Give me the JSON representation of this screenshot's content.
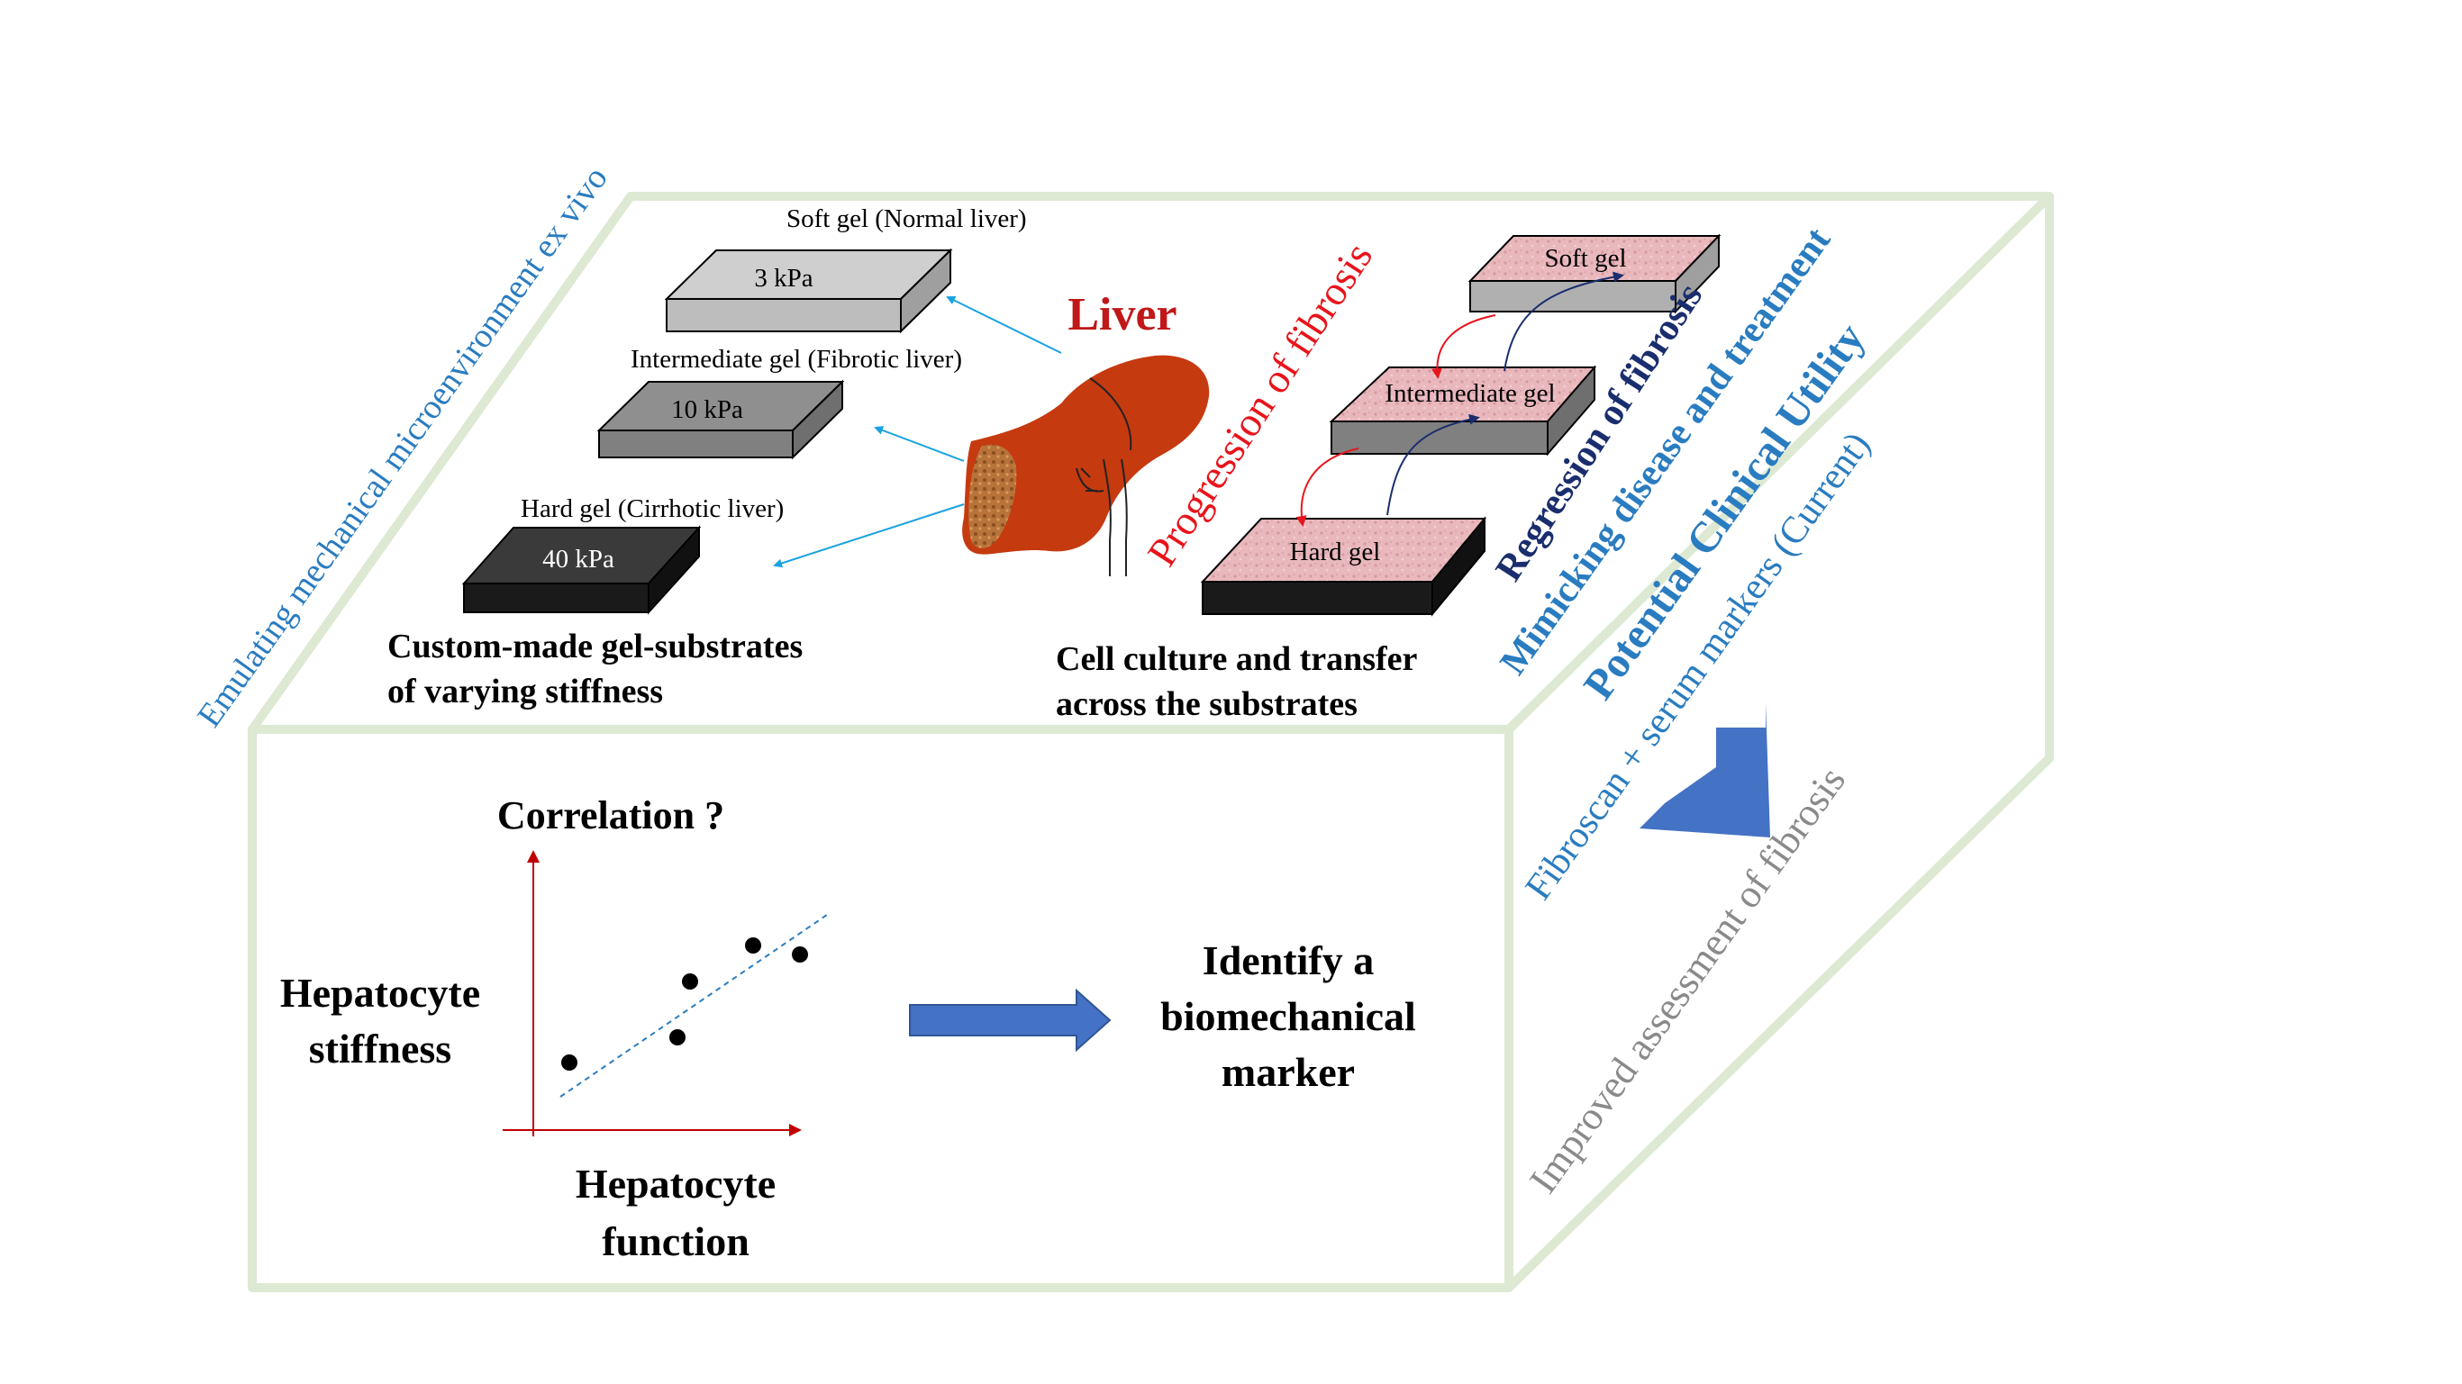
{
  "top_left": {
    "side_label": "Emulating mechanical microenvironment ex vivo",
    "soft_gel_label": "Soft gel  (Normal liver)",
    "soft_gel_value": "3 kPa",
    "intermediate_gel_label": "Intermediate gel (Fibrotic liver)",
    "intermediate_gel_value": "10 kPa",
    "hard_gel_label": "Hard gel (Cirrhotic liver)",
    "hard_gel_value": "40 kPa",
    "caption_line1": "Custom-made gel-substrates",
    "caption_line2": "of varying stiffness",
    "liver_label": "Liver"
  },
  "top_right": {
    "soft_gel": "Soft gel",
    "intermediate_gel": "Intermediate gel",
    "hard_gel": "Hard gel",
    "progression": "Progression of fibrosis",
    "regression": "Regression of fibrosis",
    "caption_line1": "Cell culture and transfer",
    "caption_line2": "across the substrates"
  },
  "right_side": {
    "mimicking": "Mimicking disease and treatment",
    "potential": "Potential Clinical Utility",
    "fibroscan": "Fibroscan + serum markers (Current)",
    "improved": "Improved assessment of fibrosis"
  },
  "front": {
    "correlation": "Correlation ?",
    "y_label_line1": "Hepatocyte",
    "y_label_line2": "stiffness",
    "x_label_line1": "Hepatocyte",
    "x_label_line2": "function",
    "marker_line1": "Identify a",
    "marker_line2": "biomechanical",
    "marker_line3": "marker"
  },
  "colors": {
    "box_edge": "#dde9d2",
    "blue_text": "#2a7cc0",
    "red_text": "#e8141b",
    "navy_text": "#1a2e6e",
    "gray_text": "#8a8a8a",
    "liver": "#c63a10",
    "arrow_blue": "#4472c4",
    "axis_red": "#c00000"
  }
}
